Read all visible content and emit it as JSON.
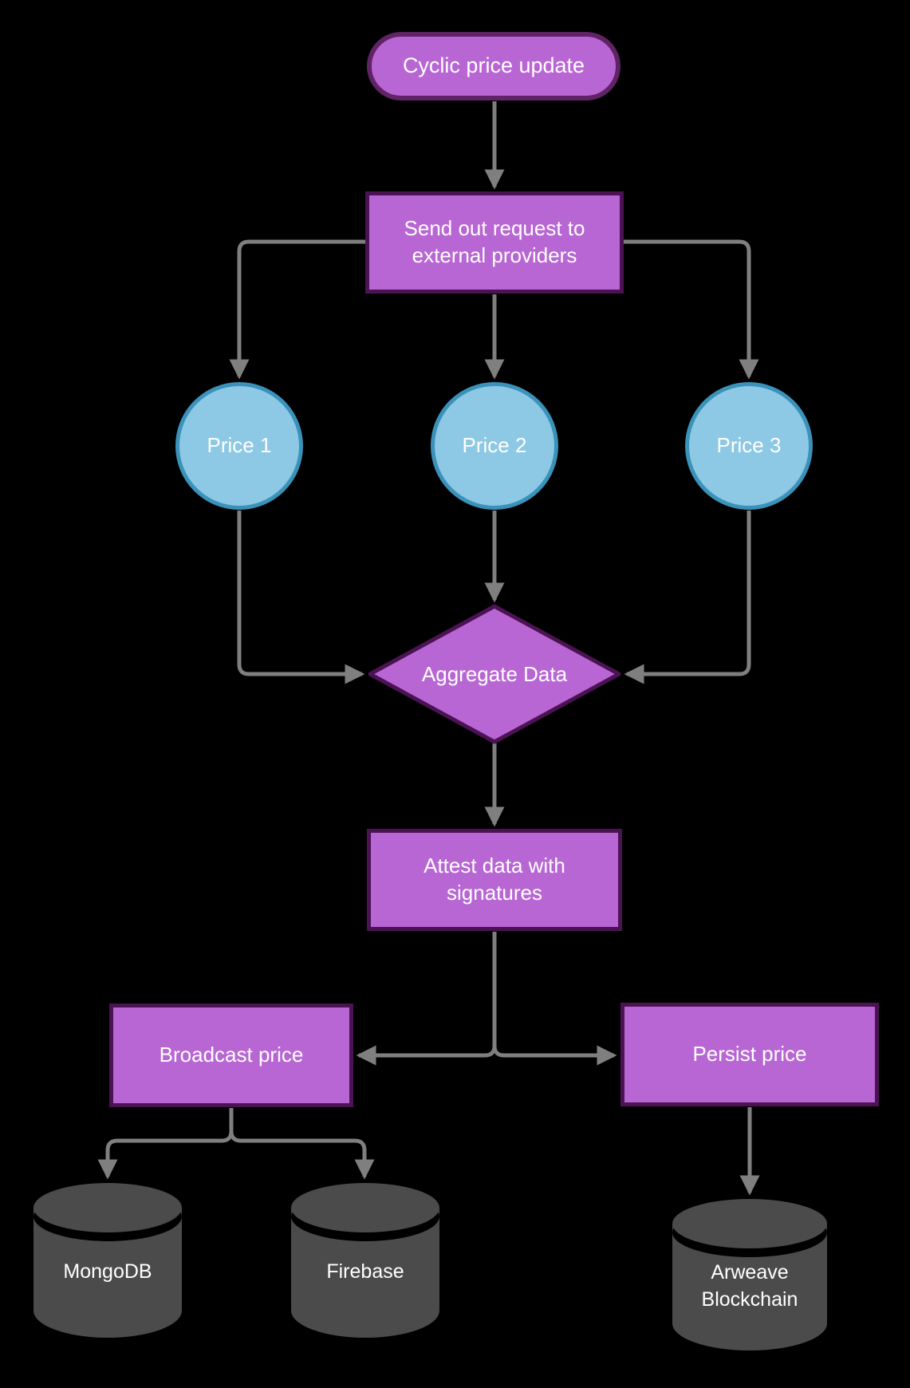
{
  "diagram": {
    "type": "flowchart",
    "colors": {
      "node_purple": "#b866d4",
      "node_purple_border": "#4b1353",
      "pill_border": "#5f2366",
      "circle_blue": "#8dc8e4",
      "circle_blue_border": "#3a92ba",
      "connector_gray": "#7f7f7f",
      "cylinder_gray": "#4b4b4b",
      "text_white": "#ffffff",
      "background": "#000000"
    },
    "nodes": {
      "start": {
        "shape": "terminator",
        "label": "Cyclic price update"
      },
      "send_request": {
        "shape": "process",
        "label": "Send out request to external providers"
      },
      "price1": {
        "shape": "circle",
        "label": "Price 1"
      },
      "price2": {
        "shape": "circle",
        "label": "Price 2"
      },
      "price3": {
        "shape": "circle",
        "label": "Price 3"
      },
      "aggregate": {
        "shape": "decision",
        "label": "Aggregate Data"
      },
      "attest": {
        "shape": "process",
        "label": "Attest data with signatures"
      },
      "broadcast": {
        "shape": "process",
        "label": "Broadcast price"
      },
      "persist": {
        "shape": "process",
        "label": "Persist price"
      },
      "mongodb": {
        "shape": "database",
        "label": "MongoDB"
      },
      "firebase": {
        "shape": "database",
        "label": "Firebase"
      },
      "arweave": {
        "shape": "database",
        "label": "Arweave Blockchain"
      }
    },
    "edges": [
      {
        "from": "Cyclic price update",
        "to": "Send out request to external providers"
      },
      {
        "from": "Send out request to external providers",
        "to": "Price 1"
      },
      {
        "from": "Send out request to external providers",
        "to": "Price 2"
      },
      {
        "from": "Send out request to external providers",
        "to": "Price 3"
      },
      {
        "from": "Price 1",
        "to": "Aggregate Data"
      },
      {
        "from": "Price 2",
        "to": "Aggregate Data"
      },
      {
        "from": "Price 3",
        "to": "Aggregate Data"
      },
      {
        "from": "Aggregate Data",
        "to": "Attest data with signatures"
      },
      {
        "from": "Attest data with signatures",
        "to": "Broadcast price"
      },
      {
        "from": "Attest data with signatures",
        "to": "Persist price"
      },
      {
        "from": "Broadcast price",
        "to": "MongoDB"
      },
      {
        "from": "Broadcast price",
        "to": "Firebase"
      },
      {
        "from": "Persist price",
        "to": "Arweave Blockchain"
      }
    ]
  }
}
